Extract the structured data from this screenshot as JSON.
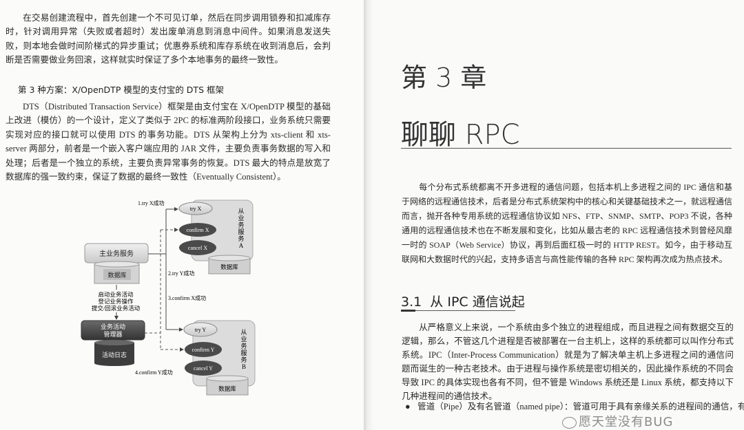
{
  "left_page": {
    "para1": "在交易创建流程中，首先创建一个不可见订单，然后在同步调用锁券和扣减库存时，针对调用异常（失败或者超时）发出废单消息到消息中间件。如果消息发送失败，则本地会做时间阶梯式的异步重试；优惠券系统和库存系统在收到消息后，会判断是否需要做业务回滚，这样就实时保证了多个本地事务的最终一致性。",
    "heading": "第 3 种方案：X/OpenDTP 模型的支付宝的 DTS 框架",
    "para2": "DTS（Distributed Transaction Service）框架是由支付宝在 X/OpenDTP 模型的基础上改进（模仿）的一个设计，定义了类似于 2PC 的标准两阶段接口，业务系统只需要实现对应的接口就可以使用 DTS 的事务功能。DTS 从架构上分为 xts-client 和 xts-server 两部分，前者是一个嵌入客户端应用的 JAR 文件，主要负责事务数据的写入和处理；后者是一个独立的系统，主要负责异常事务的恢复。DTS 最大的特点是放宽了数据库的强一致约束，保证了数据的最终一致性（Eventually Consistent）。",
    "diagram": {
      "main_service": "主业务服务",
      "main_db": "数据库",
      "ops": [
        "启动业务活动",
        "登记业务操作",
        "提交/回滚业务活动"
      ],
      "manager": [
        "业务活动",
        "管理器"
      ],
      "activity_log": "活动日志",
      "service_a": {
        "label": [
          "从",
          "业",
          "务",
          "服",
          "务",
          "A"
        ],
        "try": "try X",
        "confirm": "confirm X",
        "cancel": "cancel X",
        "db": "数据库"
      },
      "service_b": {
        "label": [
          "从",
          "业",
          "务",
          "服",
          "务",
          "B"
        ],
        "try": "try Y",
        "confirm": "confirm Y",
        "cancel": "cancel Y",
        "db": "数据库"
      },
      "steps": [
        "1.try X成功",
        "2.try Y成功",
        "3.confirm X成功",
        "4.confirm Y成功"
      ]
    }
  },
  "right_page": {
    "chapter": "第 3 章",
    "title": "聊聊 RPC",
    "intro": "每个分布式系统都离不开多进程的通信问题，包括本机上多进程之间的 IPC 通信和基于网络的远程通信技术，后者是分布式系统架构中的核心和关键基础技术之一，就远程通信而言，抛开各种专用系统的远程通信协议如 NFS、FTP、SNMP、SMTP、POP3 不说，各种通用的远程通信技术也在不断发展和变化，比如从最古老的 RPC 远程通信技术到曾经风靡一时的 SOAP（Web Service）协议，再到后面红极一时的 HTTP REST。如今，由于移动互联网和大数据时代的兴起，支持多语言与高性能传输的各种 RPC 架构再次成为热点技术。",
    "section": "3.1  从 IPC 通信说起",
    "para": "从严格意义上来说，一个系统由多个独立的进程组成，而且进程之间有数据交互的逻辑，那么，不管这几个进程是否被部署在一台主机上，这样的系统都可以叫作分布式系统。IPC（Inter-Process Communication）就是为了解决单主机上多进程之间的通信问题而诞生的一种古老技术。由于进程与操作系统是密切相关的，因此操作系统的不同会导致 IPC 的具体实现也各有不同，但不管是 Windows 系统还是 Linux 系统，都支持以下几种进程间的通信技术。",
    "bullet": "管道（Pipe）及有名管道（named pipe）：管道可用于具有亲缘关系的进程间的通信，有",
    "watermark": "愿天堂没有BUG"
  }
}
